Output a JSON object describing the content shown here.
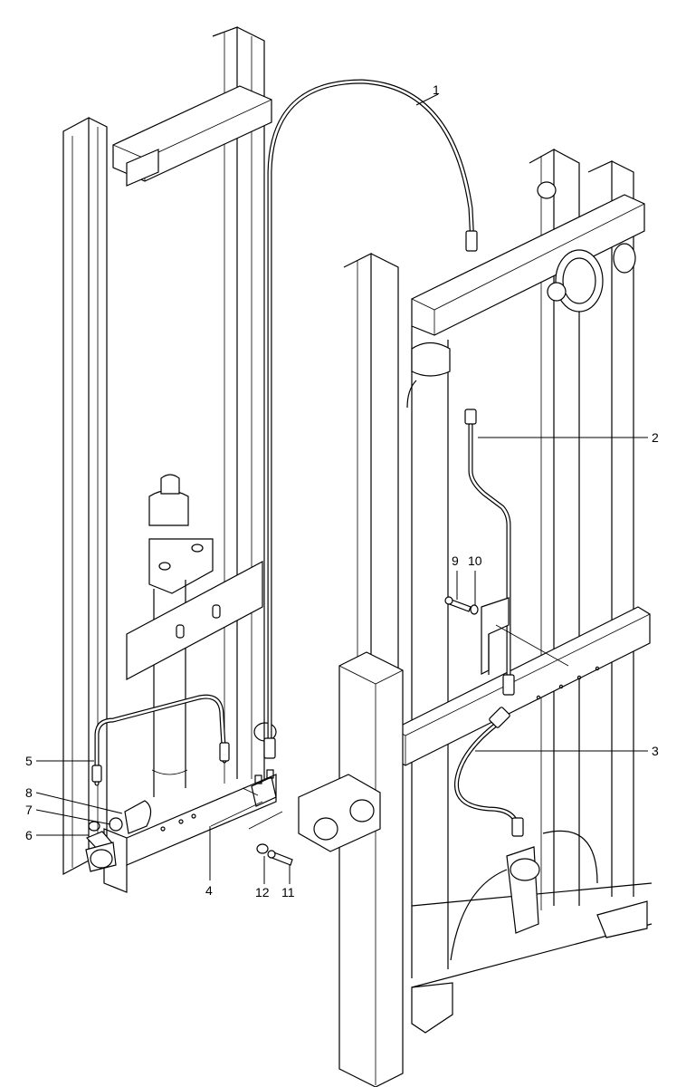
{
  "diagram": {
    "callouts": [
      {
        "id": "1",
        "text": "1"
      },
      {
        "id": "2",
        "text": "2"
      },
      {
        "id": "3",
        "text": "3"
      },
      {
        "id": "4",
        "text": "4"
      },
      {
        "id": "5",
        "text": "5"
      },
      {
        "id": "6",
        "text": "6"
      },
      {
        "id": "7",
        "text": "7"
      },
      {
        "id": "8",
        "text": "8"
      },
      {
        "id": "9",
        "text": "9"
      },
      {
        "id": "10",
        "text": "10"
      },
      {
        "id": "11",
        "text": "11"
      },
      {
        "id": "12",
        "text": "12"
      }
    ],
    "colors": {
      "line": "#000000",
      "background": "#ffffff"
    }
  }
}
